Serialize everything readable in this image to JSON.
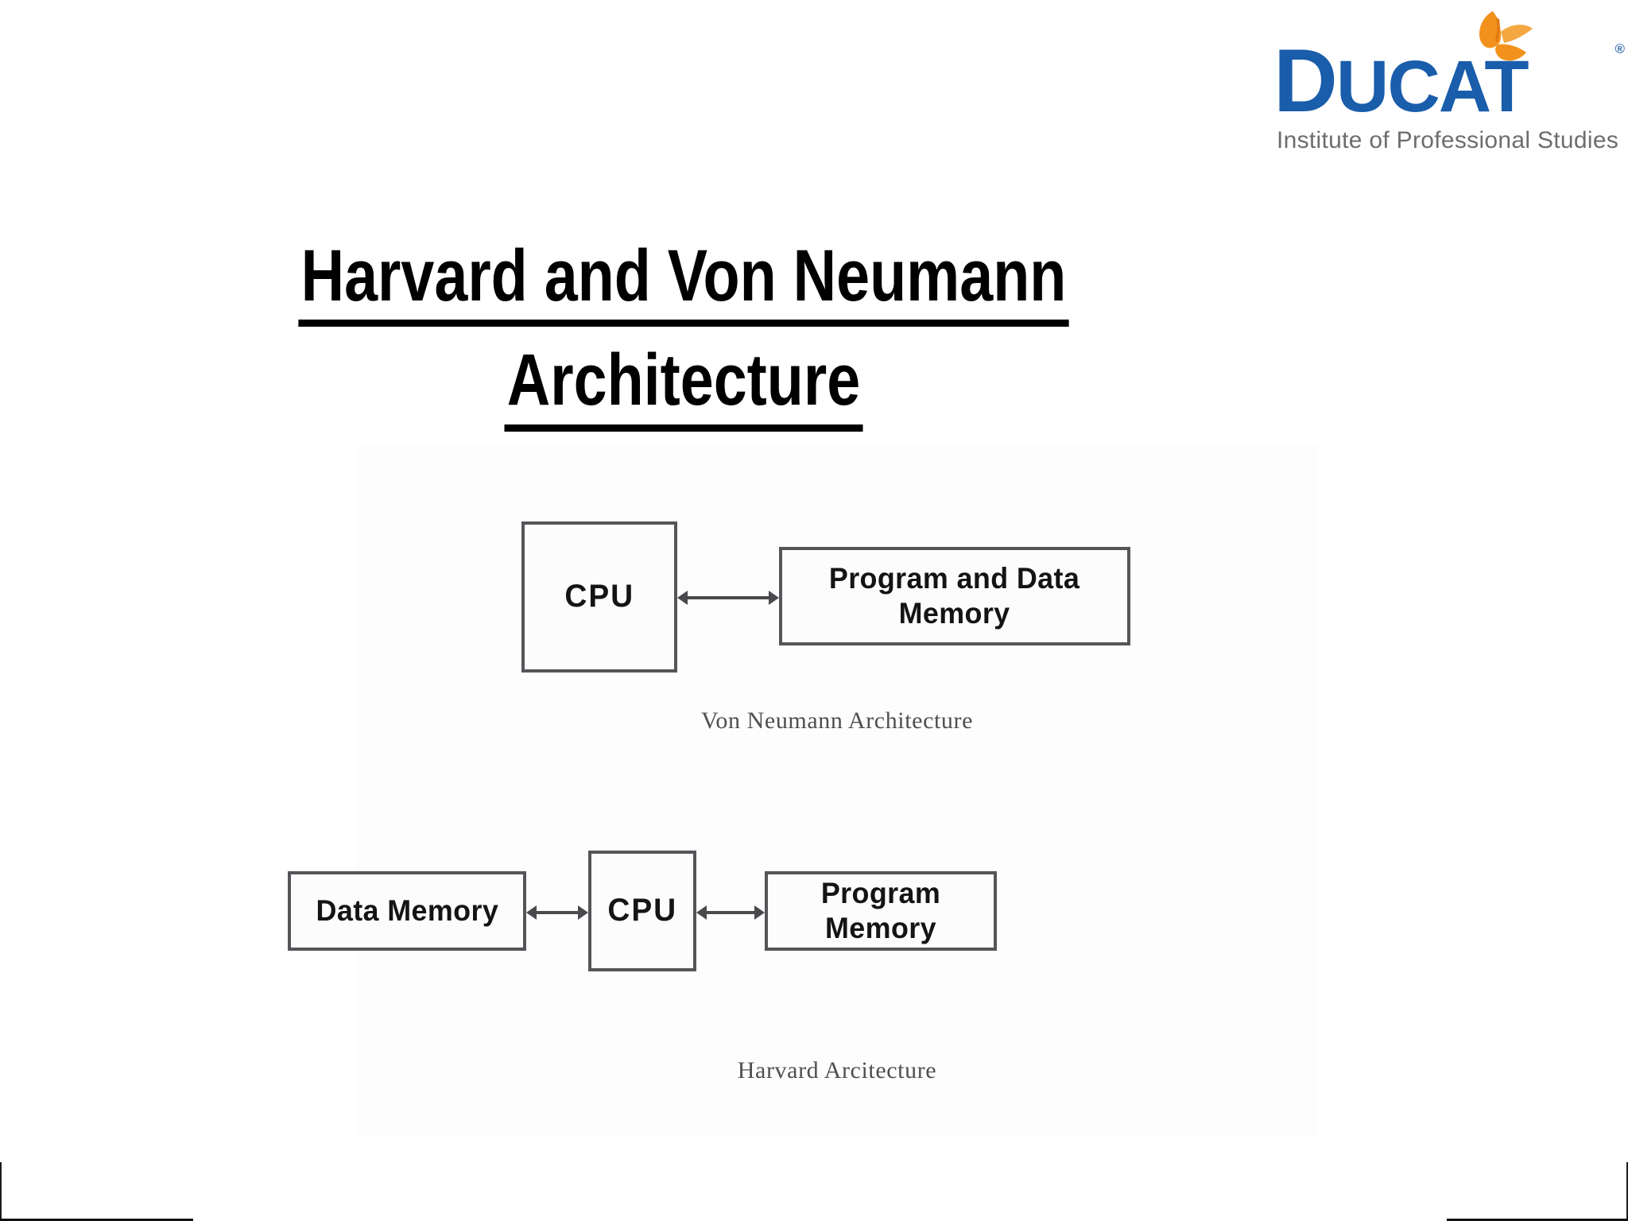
{
  "slide": {
    "title_line1": "Harvard and Von Neumann",
    "title_line2": "Architecture"
  },
  "logo": {
    "brand_cap": "D",
    "brand_rest": "UCAT",
    "registered_mark": "®",
    "tagline": "Institute of Professional Studies",
    "butterfly_color": "#F2921D",
    "wordmark_color": "#1A5DAB",
    "tagline_color": "#6D6D70"
  },
  "diagrams": [
    {
      "id": "von-neumann",
      "caption": "Von Neumann Architecture",
      "boxes": [
        {
          "id": "cpu",
          "label": "CPU"
        },
        {
          "id": "program-and-data-memory",
          "label": "Program and Data\nMemory",
          "line1": "Program and Data",
          "line2": "Memory"
        }
      ],
      "connections": [
        {
          "from": "cpu",
          "to": "program-and-data-memory",
          "type": "double-arrow"
        }
      ]
    },
    {
      "id": "harvard",
      "caption": "Harvard Arcitecture",
      "boxes": [
        {
          "id": "data-memory",
          "label": "Data Memory"
        },
        {
          "id": "cpu",
          "label": "CPU"
        },
        {
          "id": "program-memory",
          "label": "Program Memory"
        }
      ],
      "connections": [
        {
          "from": "data-memory",
          "to": "cpu",
          "type": "double-arrow"
        },
        {
          "from": "cpu",
          "to": "program-memory",
          "type": "double-arrow"
        }
      ]
    }
  ]
}
